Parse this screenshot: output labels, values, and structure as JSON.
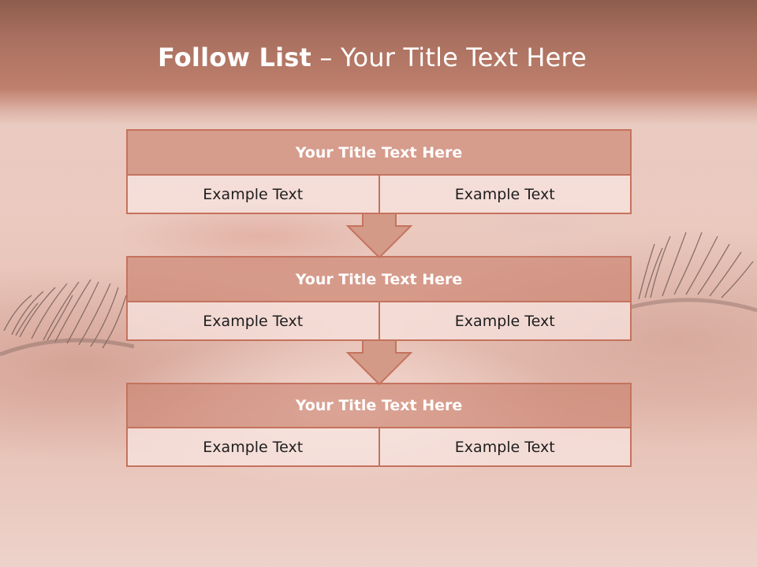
{
  "slide": {
    "title_bold": "Follow List",
    "title_rest": " – Your Title Text Here"
  },
  "steps": [
    {
      "title": "Your Title Text Here",
      "left": "Example Text",
      "right": "Example Text"
    },
    {
      "title": "Your Title Text Here",
      "left": "Example Text",
      "right": "Example Text"
    },
    {
      "title": "Your Title Text Here",
      "left": "Example Text",
      "right": "Example Text"
    }
  ],
  "colors": {
    "header_band": "#bf7f6c",
    "box_border": "#c4735e",
    "box_header_fill": "#c97f6c",
    "cell_fill": "#f8e4e0"
  }
}
